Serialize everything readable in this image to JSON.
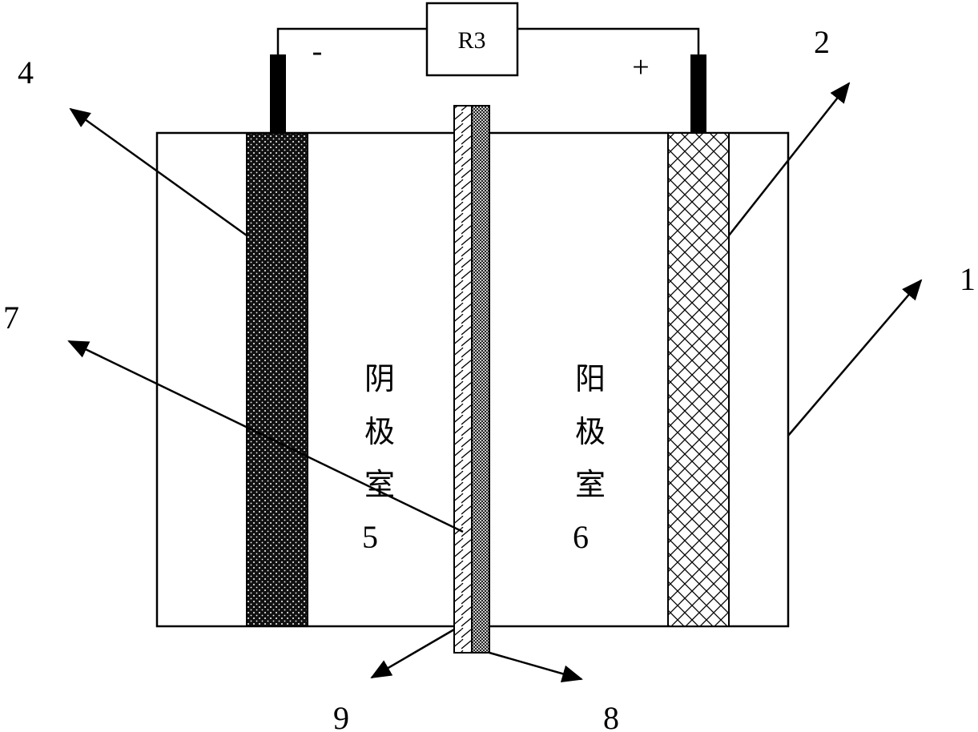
{
  "resistor": {
    "label": "R3"
  },
  "terminals": {
    "negative": "-",
    "positive": "+"
  },
  "callouts": {
    "c1": "1",
    "c2": "2",
    "c4": "4",
    "c7": "7",
    "c8": "8",
    "c9": "9"
  },
  "chambers": {
    "cathode": {
      "chars": [
        "阴",
        "极",
        "室"
      ],
      "number": "5"
    },
    "anode": {
      "chars": [
        "阳",
        "极",
        "室"
      ],
      "number": "6"
    }
  }
}
